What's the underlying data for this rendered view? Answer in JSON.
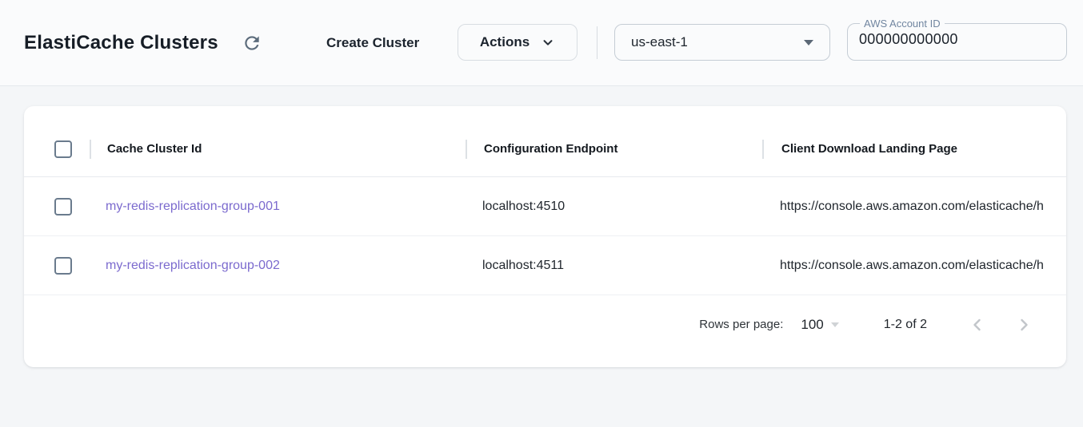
{
  "header": {
    "title": "ElastiCache Clusters",
    "create_button_label": "Create Cluster",
    "actions_button_label": "Actions",
    "region_selected": "us-east-1",
    "account_field": {
      "label": "AWS Account ID",
      "value": "000000000000"
    }
  },
  "table": {
    "columns": [
      "Cache Cluster Id",
      "Configuration Endpoint",
      "Client Download Landing Page"
    ],
    "rows": [
      {
        "id": "my-redis-replication-group-001",
        "endpoint": "localhost:4510",
        "landing_page": "https://console.aws.amazon.com/elasticache/h"
      },
      {
        "id": "my-redis-replication-group-002",
        "endpoint": "localhost:4511",
        "landing_page": "https://console.aws.amazon.com/elasticache/h"
      }
    ],
    "pagination": {
      "rows_per_page_label": "Rows per page:",
      "rows_per_page_value": "100",
      "range_label": "1-2 of 2"
    }
  },
  "icons": {
    "refresh": "refresh-icon (circular arrow)",
    "actions_chevron": "chevron-down-icon",
    "region_dropdown": "caret-down-icon",
    "rows_per_page_caret": "caret-down-icon",
    "prev_page": "chevron-left-icon",
    "next_page": "chevron-right-icon"
  },
  "colors": {
    "link": "#7b6ace",
    "icon_slate": "#5b6b7b",
    "header_bg": "#fafbfc",
    "page_bg": "#f4f6f8",
    "card_bg": "#ffffff",
    "checkbox_border": "#6a7b8d",
    "disabled_pagination": "#c2c6ca"
  }
}
